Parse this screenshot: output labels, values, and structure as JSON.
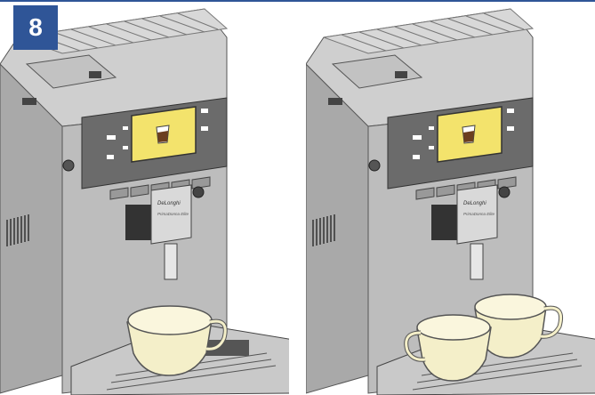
{
  "step": {
    "number": "8"
  },
  "machine": {
    "brand_label": "DeLonghi",
    "model_label": "PrimaDonna Elite"
  },
  "colors": {
    "accent": "#2f5597",
    "machine_body": "#b8b8b8",
    "display_screen": "#f3e36c",
    "cup": "#f4efc9"
  },
  "panels": [
    {
      "id": "one-cup",
      "cup_count": 1
    },
    {
      "id": "two-cups",
      "cup_count": 2
    }
  ]
}
